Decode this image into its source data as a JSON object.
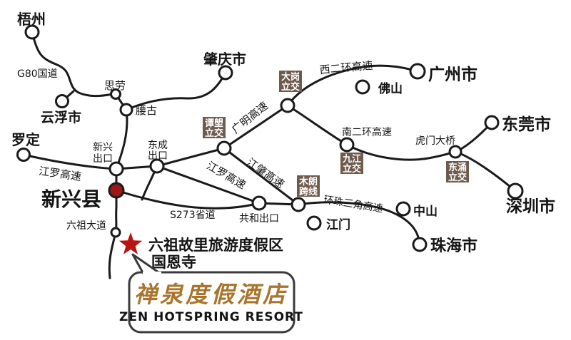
{
  "colors": {
    "road": "#1a1a1a",
    "node_fill": "#ffffff",
    "county_dot_red": "#9e1616",
    "star_red": "#b91414",
    "interchange_brown": "#6e5b4e",
    "logo_gold": "#a9752d",
    "logo_gray": "#8c8c8c"
  },
  "cities": {
    "wuzhou": "梧州",
    "yunfu": "云浮市",
    "luoding": "罗定",
    "zhaoqing": "肇庆市",
    "guangzhou": "广州市",
    "foshan": "佛山",
    "dongguan": "东莞市",
    "shenzhen": "深圳市",
    "zhongshan": "中山",
    "zhuhai": "珠海市",
    "jiangmen": "江门",
    "xinxing_county": "新兴县"
  },
  "towns": {
    "silao": "思劳",
    "yaogu": "腰古"
  },
  "roads": {
    "g80": "G80国道",
    "jiangluo_west": "江罗高速",
    "jiangluo_east": "江罗高速",
    "jiangzhao": "江肇高速",
    "guangming": "广明高速",
    "xi_erhuan": "西二环高速",
    "nan_erhuan": "南二环高速",
    "huan_zhusanjiao": "环珠三角高速",
    "humen_bridge": "虎门大桥",
    "s273": "S273省道",
    "liuzu_avenue": "六祖大道"
  },
  "exits": {
    "xinxing": [
      "新兴",
      "出口"
    ],
    "dongcheng": [
      "东成",
      "出口"
    ],
    "gonghe": "共和出口"
  },
  "interchanges": {
    "dagang": [
      "大岗",
      "立交"
    ],
    "tanlang": [
      "谭塱",
      "立交"
    ],
    "jiujiang": [
      "九江",
      "立交"
    ],
    "mulang": [
      "木朗",
      "跨线"
    ],
    "dongchong": [
      "东涌",
      "立交"
    ]
  },
  "destination": {
    "resort_area": "六祖故里旅游度假区",
    "temple": "国恩寺"
  },
  "logo": {
    "chinese": "禅泉度假酒店",
    "english": "ZEN HOTSPRING RESORT"
  }
}
